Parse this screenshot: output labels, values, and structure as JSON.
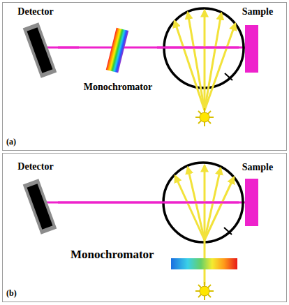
{
  "diagram": {
    "nodes": [
      {
        "text": [
          "(a)"
        ]
      },
      {
        "text": [
          "Detector"
        ],
        "in": 0
      },
      {
        "text": [
          "Monochromator"
        ],
        "in": 0
      },
      {
        "text": [
          "Sample"
        ],
        "in": 0
      },
      {
        "text": [
          "(b)"
        ]
      },
      {
        "text": [
          "Detector"
        ],
        "in": 4
      },
      {
        "text": [
          "Sample"
        ],
        "in": 4
      },
      {
        "text": [
          "Monochromator"
        ],
        "in": 4
      }
    ],
    "edges": [
      {
        "from": 3,
        "to": 2,
        "arrow": "none"
      },
      {
        "from": 2,
        "to": 1,
        "arrow": "none"
      },
      {
        "from": 6,
        "to": 5,
        "arrow": "none"
      }
    ]
  }
}
